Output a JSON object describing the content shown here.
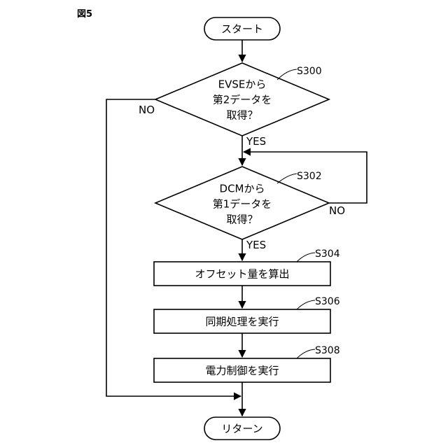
{
  "figure_label": "図5",
  "nodes": {
    "start": {
      "text": "スタート"
    },
    "s300": {
      "step": "S300",
      "lines": [
        "EVSEから",
        "第2データを",
        "取得？"
      ]
    },
    "s302": {
      "step": "S302",
      "lines": [
        "DCMから",
        "第1データを",
        "取得？"
      ]
    },
    "s304": {
      "step": "S304",
      "text": "オフセット量を算出"
    },
    "s306": {
      "step": "S306",
      "text": "同期処理を実行"
    },
    "s308": {
      "step": "S308",
      "text": "電力制御を実行"
    },
    "end": {
      "text": "リターン"
    }
  },
  "edges": {
    "s300_yes": "YES",
    "s300_no": "NO",
    "s302_yes": "YES",
    "s302_no": "NO"
  }
}
